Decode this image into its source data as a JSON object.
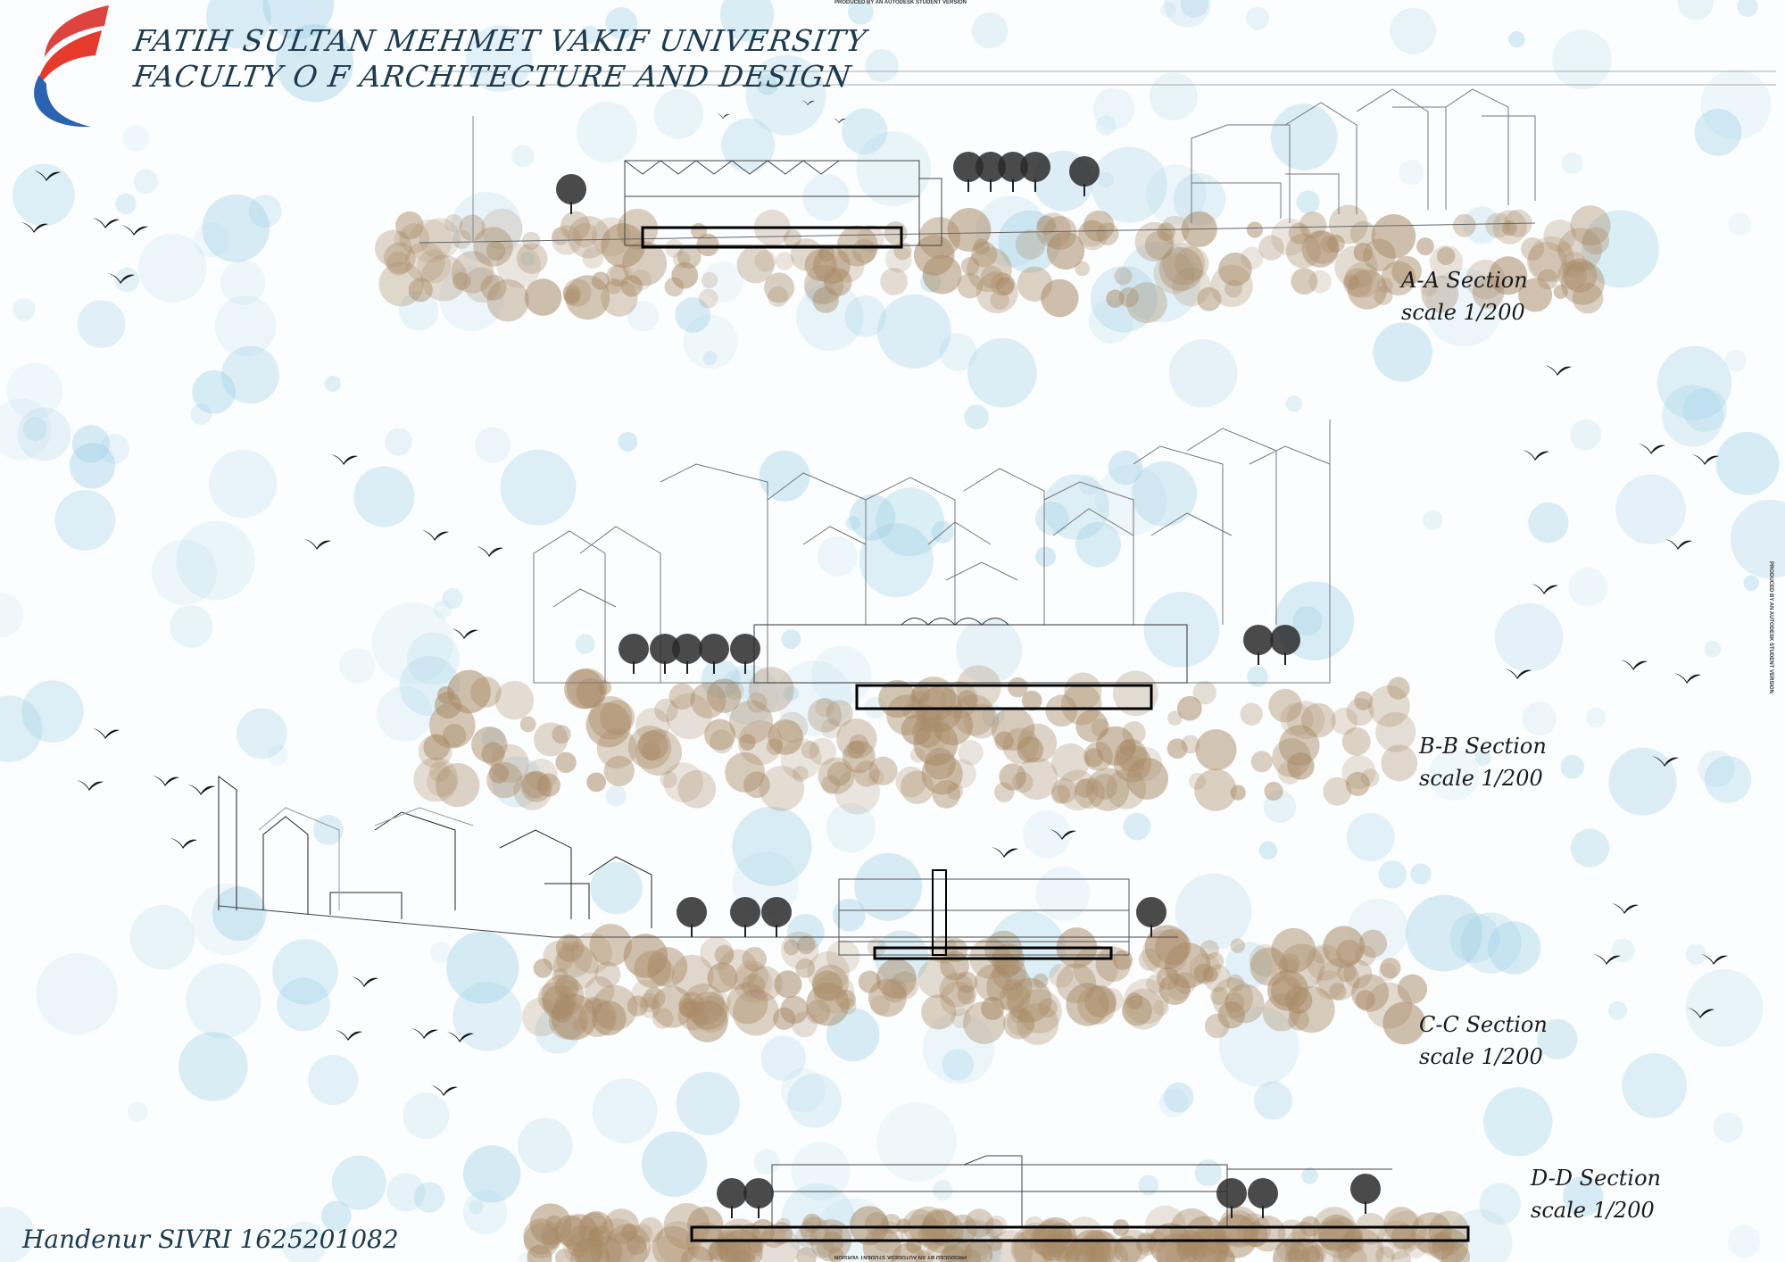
{
  "header": {
    "university": "FATIH SULTAN MEHMET VAKIF UNIVERSITY",
    "faculty": "FACULTY O F ARCHITECTURE AND DESIGN"
  },
  "watermark": "PRODUCED BY AN AUTODESK STUDENT VERSION",
  "sections": [
    {
      "title": "A-A Section",
      "scale": "scale 1/200"
    },
    {
      "title": "B-B Section",
      "scale": "scale 1/200"
    },
    {
      "title": "C-C Section",
      "scale": "scale 1/200"
    },
    {
      "title": "D-D Section",
      "scale": "scale 1/200"
    }
  ],
  "author": "Handenur SIVRI 1625201082",
  "colors": {
    "logo_red": "#d9302a",
    "logo_blue": "#2a63b0",
    "ground": "#a88a66",
    "sky": "#9fd0e6",
    "title": "#1d3a4e"
  }
}
